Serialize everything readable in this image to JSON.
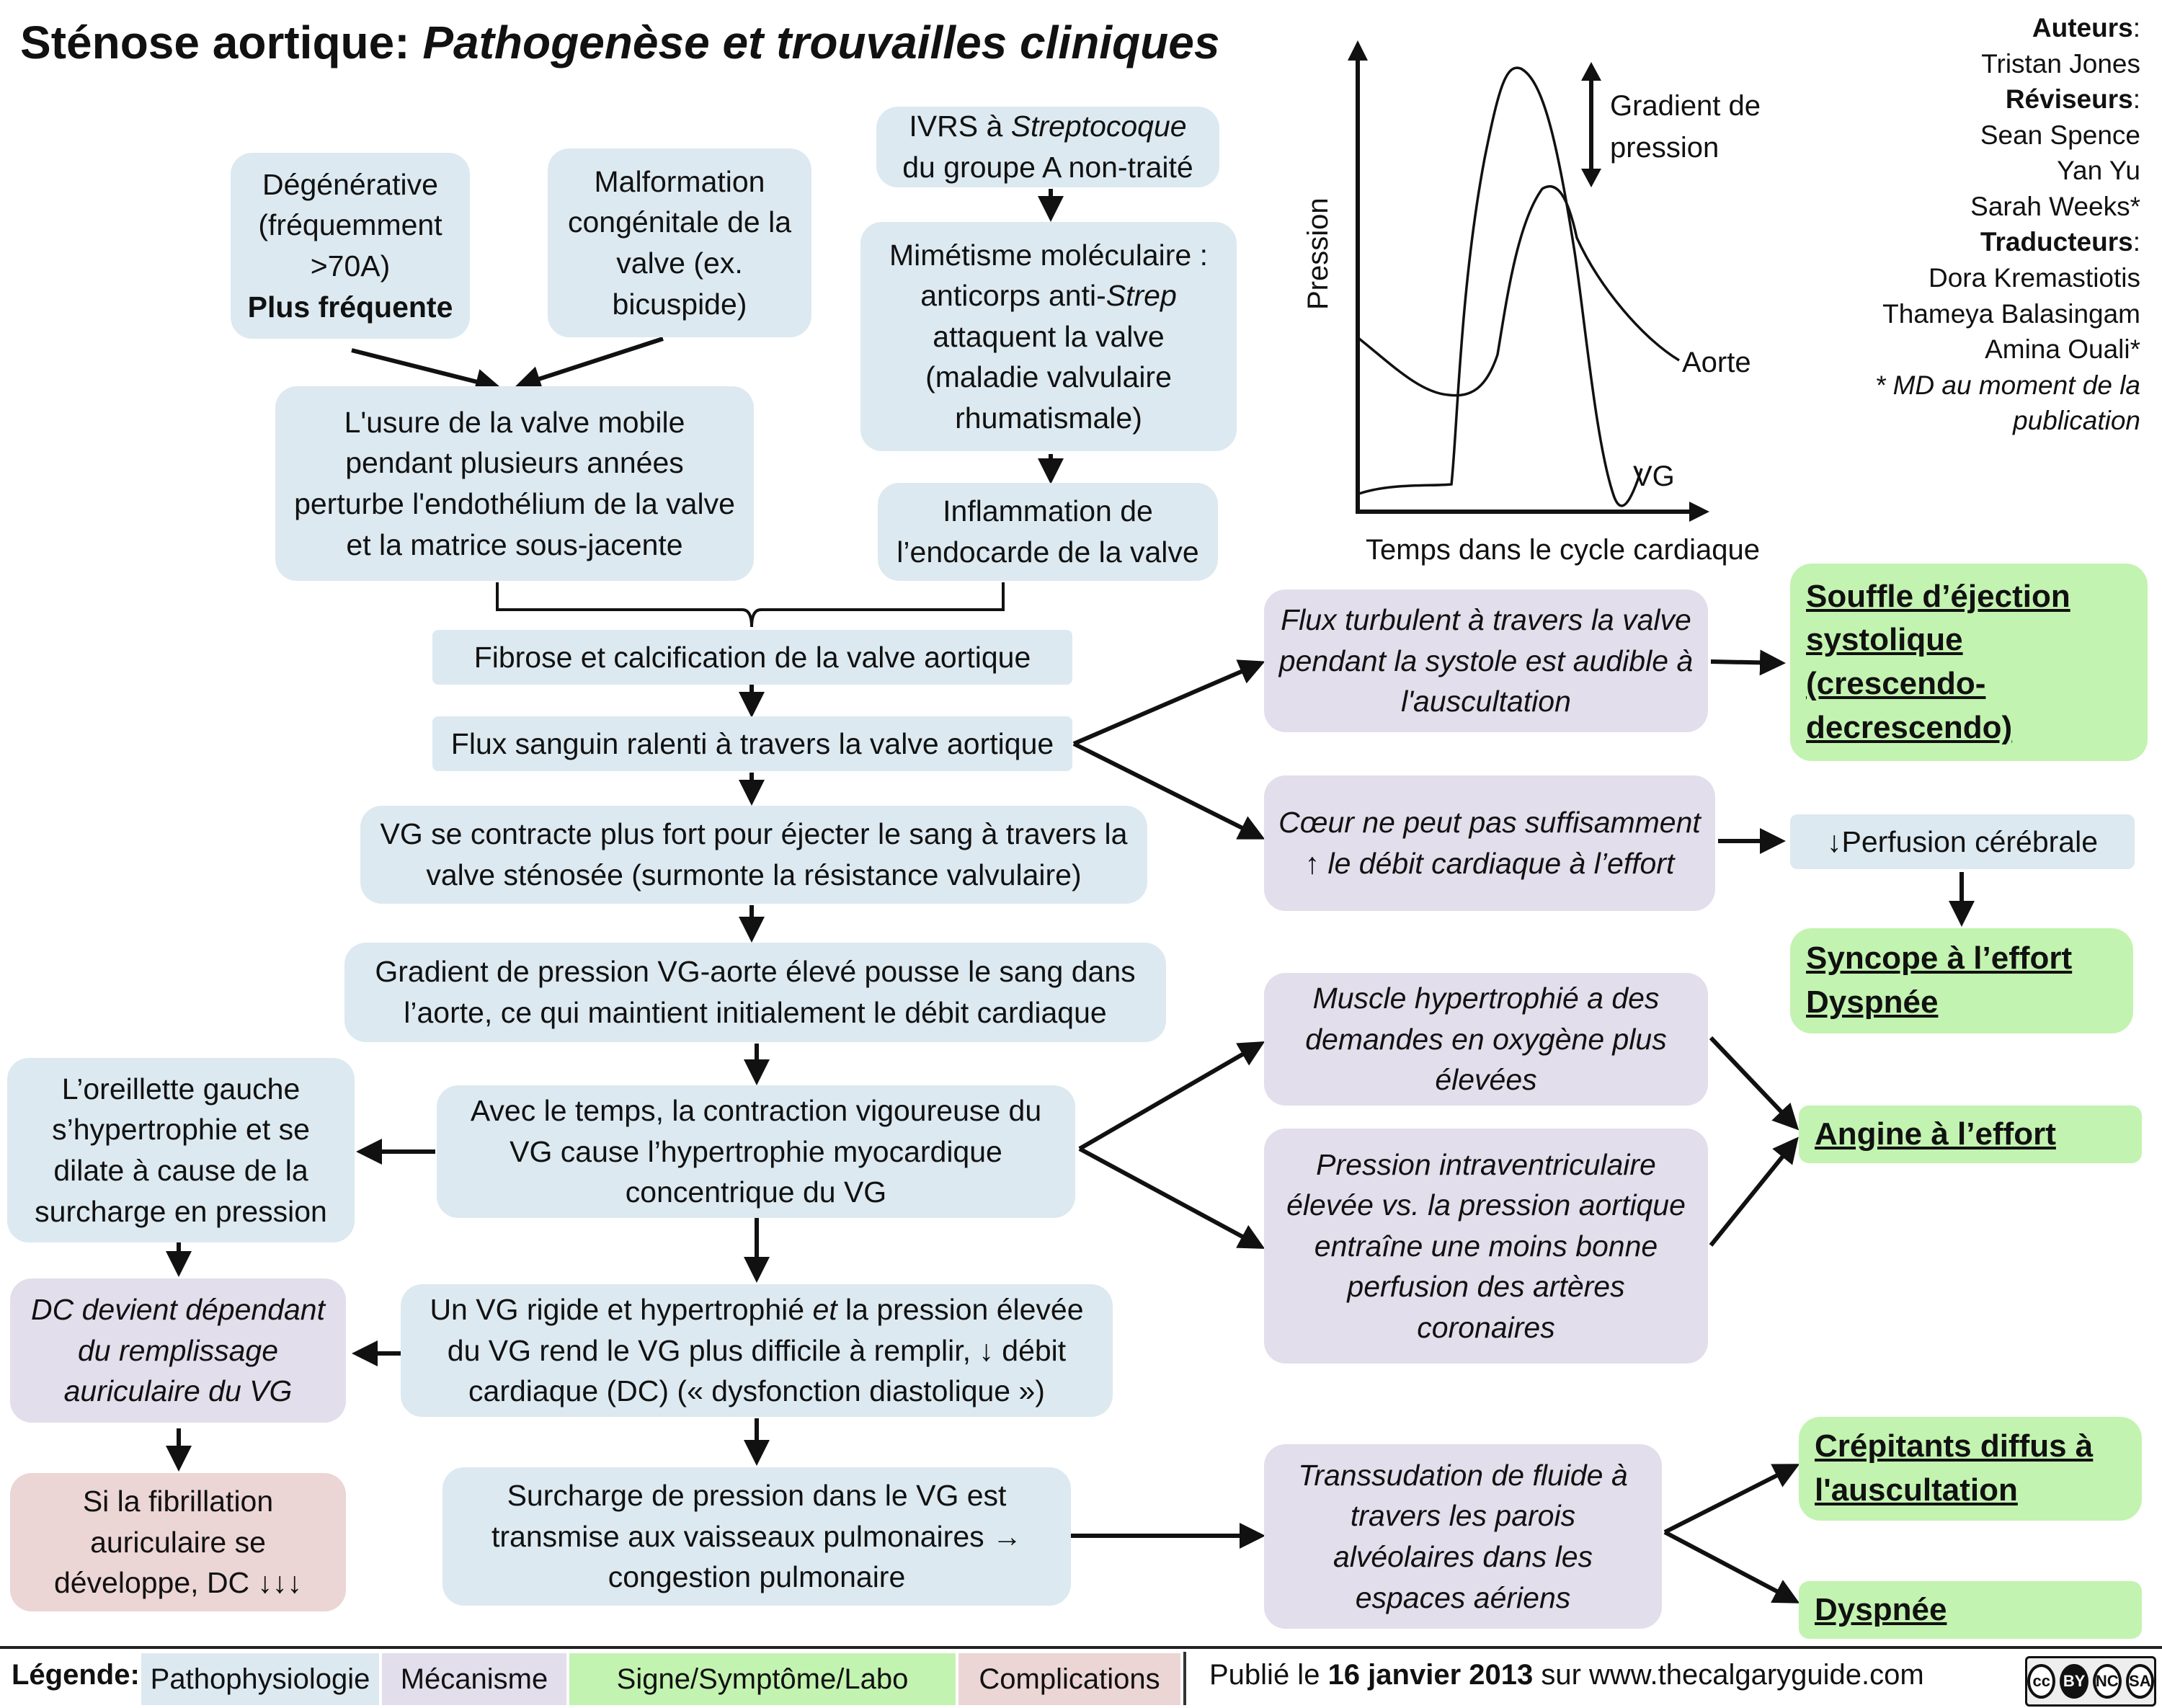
{
  "title": {
    "main": "Sténose aortique:",
    "sub": "Pathogenèse et trouvailles cliniques"
  },
  "authors": {
    "authors_h": "Auteurs",
    "authors": [
      "Tristan Jones"
    ],
    "reviewers_h": "Réviseurs",
    "reviewers": [
      "Sean Spence",
      "Yan Yu",
      "Sarah Weeks*"
    ],
    "translators_h": "Traducteurs",
    "translators": [
      "Dora Kremastiotis",
      "Thameya Balasingam",
      "Amina Ouali*"
    ],
    "note": "* MD au moment de la publication"
  },
  "chart": {
    "ylabel": "Pression",
    "xlabel": "Temps dans le cycle cardiaque",
    "gradient_label": "Gradient de pression",
    "aorta_label": "Aorte",
    "lv_label": "VG"
  },
  "boxes": {
    "degen": {
      "line1": "Dégénérative",
      "line2": "(fréquemment",
      "line3": ">70A)",
      "bold": "Plus fréquente"
    },
    "congen": "Malformation congénitale de la valve (ex. bicuspide)",
    "ivrs": {
      "a": "IVRS à ",
      "b": "Streptocoque",
      "c": " du groupe A non-traité"
    },
    "mimetism": {
      "a": "Mimétisme moléculaire : anticorps anti-",
      "b": "Strep",
      "c": " attaquent la valve (maladie valvulaire rhumatismale)"
    },
    "wear": "L'usure de la valve mobile pendant plusieurs années perturbe l'endothélium de la valve et la matrice sous-jacente",
    "inflam": "Inflammation de l’endocarde de la valve",
    "fibrosis": "Fibrose et calcification de la valve aortique",
    "slowflow": "Flux sanguin ralenti à travers la valve aortique",
    "contract": "VG se contracte plus fort pour éjecter le sang à travers la valve sténosée (surmonte la résistance valvulaire)",
    "gradient": "Gradient de pression VG-aorte élevé pousse le sang dans l’aorte, ce qui maintient initialement le débit cardiaque",
    "hypertrophy": "Avec le temps, la contraction vigoureuse du VG cause l’hypertrophie myocardique concentrique du VG",
    "stiff": {
      "a": "Un VG rigide et hypertrophié ",
      "b": "et",
      "c": " la pression élevée du VG rend le VG plus difficile à remplir, ↓ débit cardiaque (DC) (« dysfonction diastolique »)"
    },
    "overload": "Surcharge de pression dans le VG est transmise aux vaisseaux pulmonaires → congestion pulmonaire",
    "atrium": "L’oreillette gauche s’hypertrophie et se dilate à cause de la surcharge en pression",
    "dc_dependent": "DC devient dépendant du remplissage auriculaire du VG",
    "afib": "Si la fibrillation auriculaire se développe, DC ↓↓↓",
    "turbulent": "Flux turbulent à travers la valve pendant la systole est audible à l'auscultation",
    "cannot": "Cœur ne peut pas suffisamment ↑ le débit cardiaque à l’effort",
    "muscle": "Muscle hypertrophié a des demandes en oxygène plus élevées",
    "intraventricular": "Pression intraventriculaire élevée vs. la pression aortique entraîne une moins bonne perfusion des artères coronaires",
    "transudation": "Transsudation de fluide à travers les parois alvéolaires dans les espaces aériens",
    "murmur": "Souffle d’éjection systolique (crescendo-decrescendo)",
    "cerebral": "↓Perfusion cérébrale",
    "syncope": "Syncope à l’effort",
    "dyspnea1": "Dyspnée",
    "angina": "Angine à l’effort",
    "crackles": "Crépitants diffus à l'auscultation",
    "dyspnea2": "Dyspnée"
  },
  "legend": {
    "label": "Légende:",
    "items": [
      "Pathophysiologie",
      "Mécanisme",
      "Signe/Symptôme/Labo",
      "Complications"
    ],
    "colors": [
      "#dce9f0",
      "#e2deeb",
      "#c3f3b0",
      "#ecd5d5"
    ],
    "pub_a": "Publié le ",
    "pub_date": "16 janvier 2013",
    "pub_b": " sur www.thecalgaryguide.com",
    "license": [
      "cc",
      "BY",
      "NC",
      "SA"
    ]
  }
}
